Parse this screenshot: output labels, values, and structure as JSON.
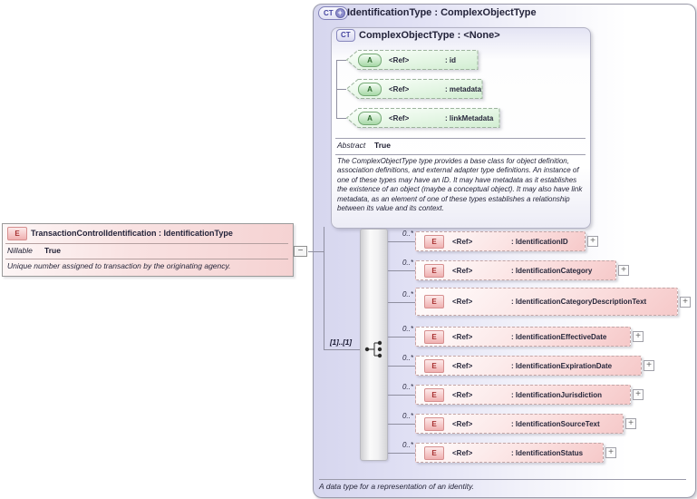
{
  "outer_type": {
    "badge_text": "CT",
    "badge_plus": "+",
    "title": "IdentificationType : ComplexObjectType",
    "documentation": "A data type for a representation of an identity."
  },
  "base_type": {
    "badge_text": "CT",
    "title": "ComplexObjectType : <None>",
    "attributes": [
      {
        "badge_text": "A",
        "ref_label": "<Ref>",
        "name": ": id"
      },
      {
        "badge_text": "A",
        "ref_label": "<Ref>",
        "name": ": metadata"
      },
      {
        "badge_text": "A",
        "ref_label": "<Ref>",
        "name": ": linkMetadata"
      }
    ],
    "abstract_label": "Abstract",
    "abstract_value": "True",
    "documentation": "The ComplexObjectType type provides a base class for object definition, association definitions, and external adapter type definitions. An instance of one of these types may have an ID. It may have metadata as it establishes the existence of an object (maybe a conceptual object). It may also have link metadata, as an element of one of these types establishes a relationship between its value and its context."
  },
  "source_element": {
    "badge_text": "E",
    "title": "TransactionControlIdentification : IdentificationType",
    "nillable_label": "Nillable",
    "nillable_value": "True",
    "documentation": "Unique number assigned to transaction by the originating agency.",
    "collapse_symbol": "−"
  },
  "sequence": {
    "cardinality": "[1]..[1]"
  },
  "elements": [
    {
      "badge_text": "E",
      "ref_label": "<Ref>",
      "name": ": IdentificationID",
      "cardinality": "0..*",
      "expand_symbol": "+"
    },
    {
      "badge_text": "E",
      "ref_label": "<Ref>",
      "name": ": IdentificationCategory",
      "cardinality": "0..*",
      "expand_symbol": "+"
    },
    {
      "badge_text": "E",
      "ref_label": "<Ref>",
      "name": ": IdentificationCategoryDescriptionText",
      "cardinality": "0..*",
      "expand_symbol": "+"
    },
    {
      "badge_text": "E",
      "ref_label": "<Ref>",
      "name": ": IdentificationEffectiveDate",
      "cardinality": "0..*",
      "expand_symbol": "+"
    },
    {
      "badge_text": "E",
      "ref_label": "<Ref>",
      "name": ": IdentificationExpirationDate",
      "cardinality": "0..*",
      "expand_symbol": "+"
    },
    {
      "badge_text": "E",
      "ref_label": "<Ref>",
      "name": ": IdentificationJurisdiction",
      "cardinality": "0..*",
      "expand_symbol": "+"
    },
    {
      "badge_text": "E",
      "ref_label": "<Ref>",
      "name": ": IdentificationSourceText",
      "cardinality": "0..*",
      "expand_symbol": "+"
    },
    {
      "badge_text": "E",
      "ref_label": "<Ref>",
      "name": ": IdentificationStatus",
      "cardinality": "0..*",
      "expand_symbol": "+"
    }
  ],
  "colors": {
    "element_pink": "#f6caca",
    "attribute_green": "#d2eed2",
    "complex_type_lavender": "#dcdcf2",
    "badge_element_border": "#d68f8f",
    "badge_attribute_border": "#74a874",
    "badge_type_border": "#8787bd",
    "connector_gray": "#8f8fa0"
  }
}
